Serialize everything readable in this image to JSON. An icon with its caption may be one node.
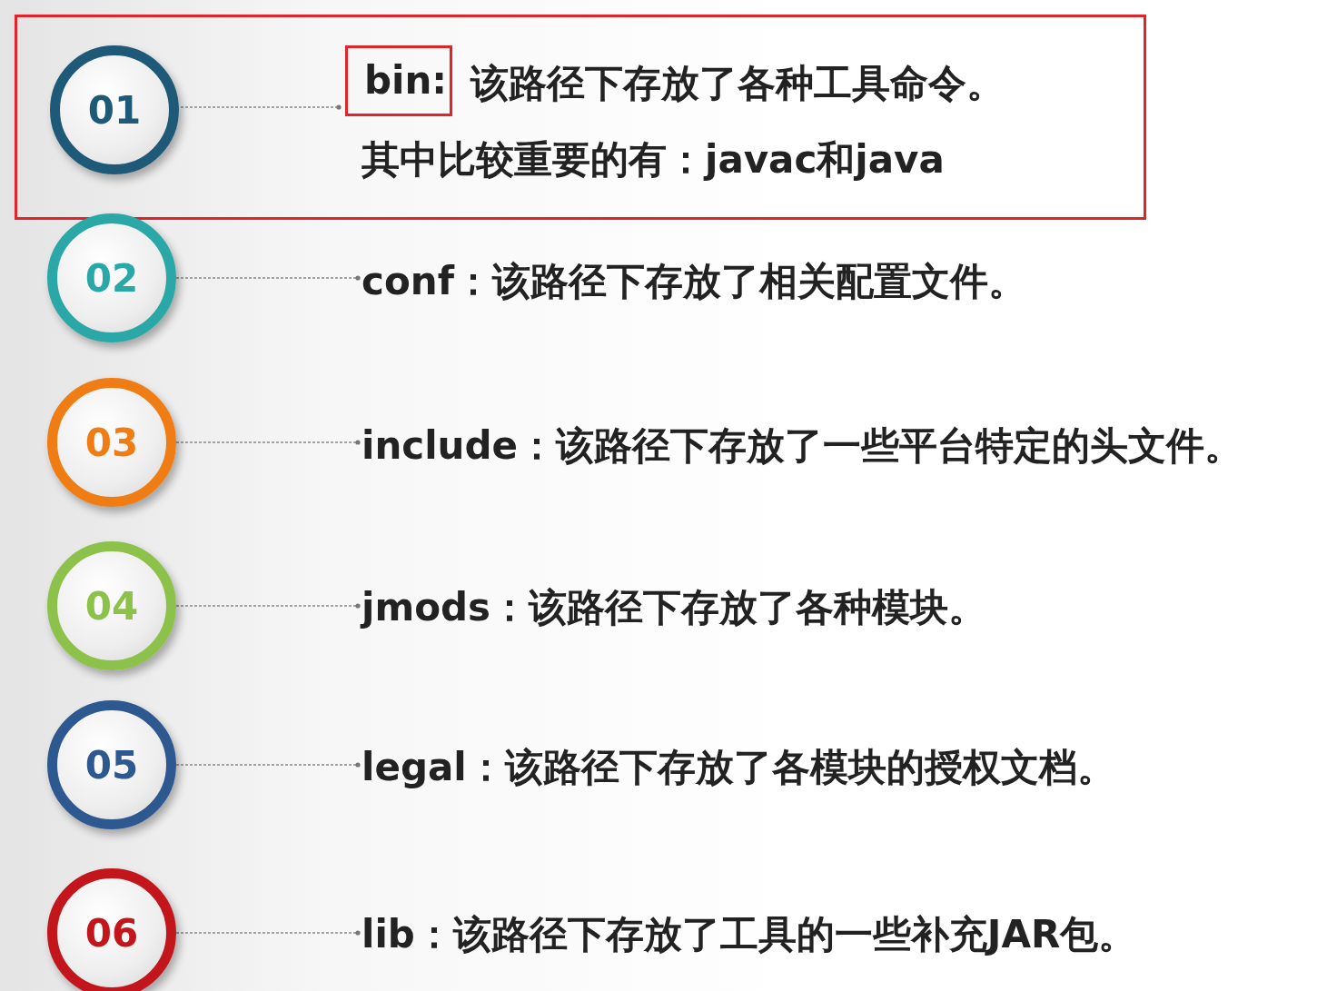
{
  "diagram": {
    "nodes": [
      {
        "text": [],
        "shape": "box"
      },
      {
        "text": [
          "01"
        ],
        "in": 0
      },
      {
        "text": [
          "bin:"
        ],
        "in": 0
      },
      {
        "text": [
          "02"
        ]
      },
      {
        "text": [
          "conf：该路径下存放了相关配置文件。"
        ]
      },
      {
        "text": [
          "03"
        ]
      },
      {
        "text": [
          "include：该路径下存放了一些平台特定的头文件。"
        ]
      },
      {
        "text": [
          "04"
        ]
      },
      {
        "text": [
          "jmods：该路径下存放了各种模块。"
        ]
      },
      {
        "text": [
          "05"
        ]
      },
      {
        "text": [
          "legal：该路径下存放了各模块的授权文档。"
        ]
      },
      {
        "text": [
          "06"
        ]
      },
      {
        "text": [
          "lib：该路径下存放了工具的一些补充JAR包。"
        ]
      }
    ],
    "edges": [
      {
        "from": 1,
        "to": 2,
        "arrow": "other",
        "style": "dashed"
      },
      {
        "from": 3,
        "to": 4,
        "arrow": "other",
        "style": "dashed"
      },
      {
        "from": 5,
        "to": 6,
        "arrow": "other",
        "style": "dashed"
      },
      {
        "from": 7,
        "to": 8,
        "arrow": "other",
        "style": "dashed"
      },
      {
        "from": 9,
        "to": 10,
        "arrow": "other",
        "style": "dashed"
      },
      {
        "from": 11,
        "to": 12,
        "arrow": "other",
        "style": "dashed"
      }
    ],
    "labels": [
      "该路径下存放了各种工具命令。",
      "其中比较重要的有：javac和java"
    ]
  }
}
